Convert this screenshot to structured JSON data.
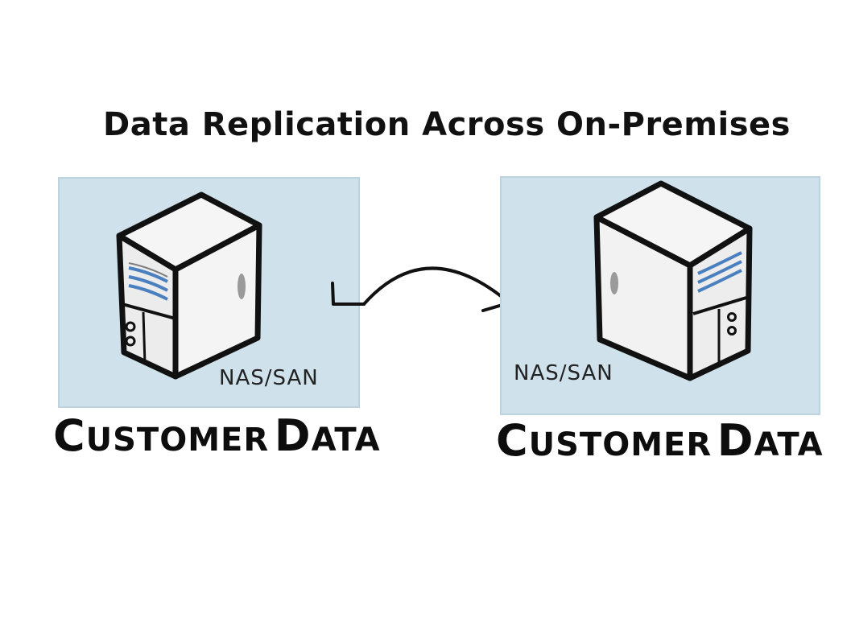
{
  "diagram": {
    "title": "Data Replication Across On-Premises",
    "left_site": {
      "device_label": "NAS/SAN",
      "caption_initial_1": "C",
      "caption_rest_1": "USTOMER",
      "caption_initial_2": "D",
      "caption_rest_2": "ATA"
    },
    "right_site": {
      "device_label": "NAS/SAN",
      "caption_initial_1": "C",
      "caption_rest_1": "USTOMER",
      "caption_initial_2": "D",
      "caption_rest_2": "ATA"
    },
    "colors": {
      "panel_fill": "#cfe2ec",
      "server_fill": "#f2f2f2",
      "server_outline": "#111111",
      "vent_blue": "#4a7fc0"
    }
  }
}
